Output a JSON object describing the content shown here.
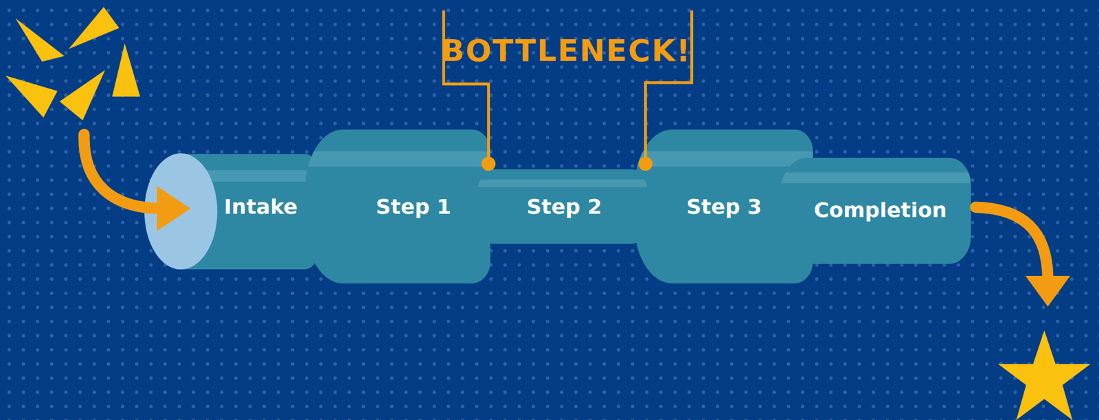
{
  "diagram": {
    "nodes": [
      {
        "text": [
          "Intake"
        ]
      },
      {
        "text": [
          "Step 1"
        ]
      },
      {
        "text": [
          "Step 2"
        ]
      },
      {
        "text": [
          "Step 3"
        ]
      },
      {
        "text": [
          "Completion"
        ]
      }
    ],
    "labels": [
      "BOTTLENECK!"
    ]
  }
}
